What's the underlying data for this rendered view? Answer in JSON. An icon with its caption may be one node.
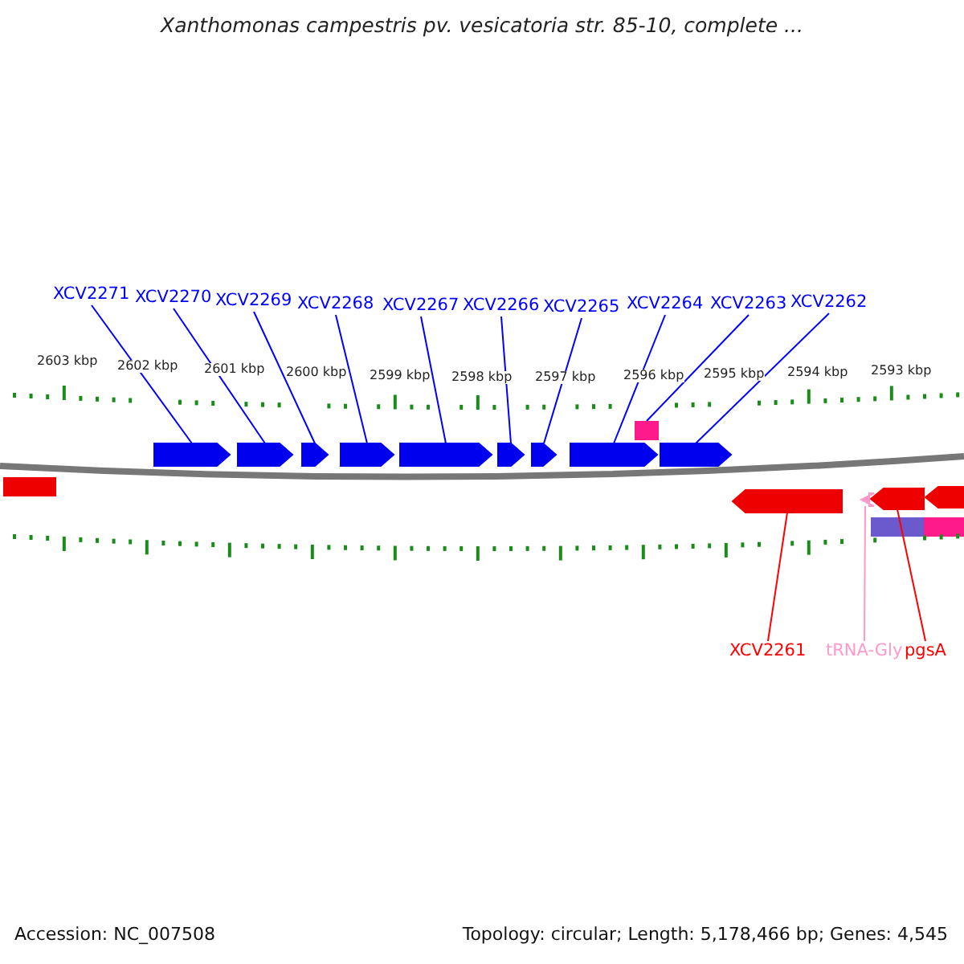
{
  "diagram": {
    "title": "Xanthomonas campestris pv. vesicatoria str. 85-10, complete ...",
    "nodes": [
      {
        "text": [
          "XCV2271"
        ]
      },
      {
        "text": [
          "XCV2270"
        ]
      },
      {
        "text": [
          "XCV2269"
        ]
      },
      {
        "text": [
          "XCV2268"
        ]
      },
      {
        "text": [
          "XCV2267"
        ]
      },
      {
        "text": [
          "XCV2266"
        ]
      },
      {
        "text": [
          "XCV2265"
        ]
      },
      {
        "text": [
          "XCV2264"
        ]
      },
      {
        "text": [
          "XCV2263"
        ]
      },
      {
        "text": [
          "XCV2262"
        ]
      },
      {
        "text": [
          "XCV2261"
        ]
      },
      {
        "text": [
          "tRNA-Gly"
        ]
      },
      {
        "text": [
          "pgsA"
        ]
      },
      {
        "text": [],
        "shape": "pentagon"
      },
      {
        "text": [],
        "shape": "pentagon"
      },
      {
        "text": [],
        "shape": "pentagon"
      },
      {
        "text": [],
        "shape": "pentagon"
      },
      {
        "text": [],
        "shape": "pentagon"
      },
      {
        "text": [],
        "shape": "pentagon"
      },
      {
        "text": [],
        "shape": "pentagon"
      },
      {
        "text": [],
        "shape": "pentagon"
      },
      {
        "text": [],
        "shape": "box"
      },
      {
        "text": [],
        "shape": "pentagon"
      },
      {
        "text": [],
        "shape": "pentagon"
      },
      {
        "text": [],
        "shape": "pentagon"
      },
      {
        "text": [],
        "shape": "pentagon"
      }
    ],
    "edges": [
      {
        "from": 0,
        "to": 13,
        "arrow": "none"
      },
      {
        "from": 1,
        "to": 14,
        "arrow": "none"
      },
      {
        "from": 2,
        "to": 15,
        "arrow": "none"
      },
      {
        "from": 3,
        "to": 16,
        "arrow": "none"
      },
      {
        "from": 4,
        "to": 17,
        "arrow": "none"
      },
      {
        "from": 5,
        "to": 18,
        "arrow": "none"
      },
      {
        "from": 6,
        "to": 19,
        "arrow": "none"
      },
      {
        "from": 7,
        "to": 20,
        "arrow": "none"
      },
      {
        "from": 8,
        "to": 21,
        "arrow": "none"
      },
      {
        "from": 9,
        "to": 22,
        "arrow": "none"
      },
      {
        "from": 10,
        "to": 23,
        "arrow": "none",
        "color": "#ff0000"
      },
      {
        "from": 11,
        "to": 24,
        "arrow": "none",
        "color": "#ff99cc"
      },
      {
        "from": 12,
        "to": 25,
        "arrow": "none",
        "color": "#ff0000"
      }
    ],
    "labels": [
      "2603 kbp",
      "2602 kbp",
      "2601 kbp",
      "2600 kbp",
      "2599 kbp",
      "2598 kbp",
      "2597 kbp",
      "2596 kbp",
      "2595 kbp",
      "2594 kbp",
      "2593 kbp",
      "Accession: NC_007508",
      "Topology: circular; Length: 5,178,466 bp; Genes: 4,545"
    ]
  }
}
